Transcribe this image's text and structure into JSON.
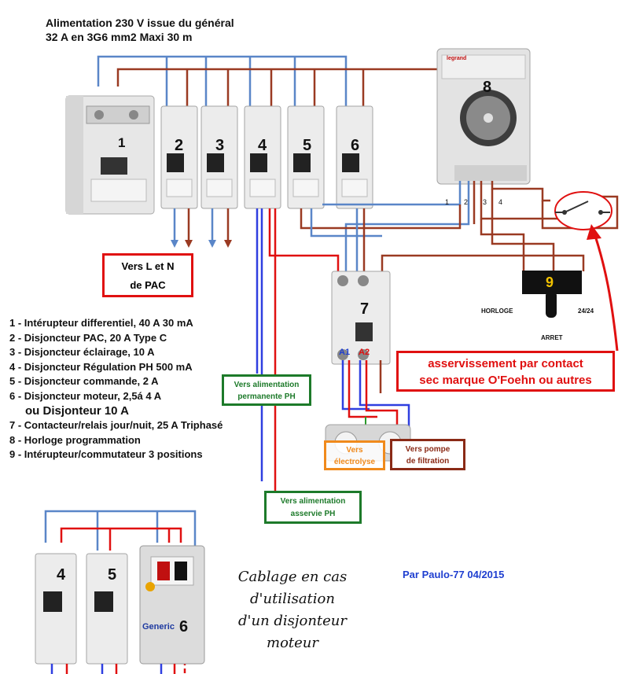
{
  "header": {
    "line1": "Alimentation 230 V  issue du général",
    "line2": "32 A en 3G6 mm2 Maxi 30 m"
  },
  "devices": {
    "numbers": [
      "1",
      "2",
      "3",
      "4",
      "5",
      "6",
      "7",
      "8",
      "9"
    ],
    "timer_brand": "legrand",
    "timer_terminals": [
      "1",
      "2",
      "3",
      "4"
    ],
    "contactor_terminals": [
      "A1",
      "A2"
    ],
    "switch_labels": {
      "left": "HORLOGE",
      "right": "24/24",
      "bottom": "ARRET"
    },
    "bottom_breaker_numbers": [
      "4",
      "5",
      "6"
    ],
    "generic_brand": "Generic"
  },
  "boxes": {
    "pac": [
      "Vers L et N",
      "de PAC"
    ],
    "asservissement": [
      "asservissement par contact",
      "sec marque O'Foehn ou autres"
    ],
    "alim_permanente": [
      "Vers alimentation",
      "permanente PH"
    ],
    "alim_asservie": [
      "Vers alimentation",
      "asservie PH"
    ],
    "electrolyse": [
      "Vers",
      "électrolyse"
    ],
    "pompe": [
      "Vers pompe",
      "de filtration"
    ]
  },
  "legend": [
    "1 - Intérupteur differentiel, 40 A 30 mA",
    "2 - Disjoncteur PAC, 20 A Type C",
    "3 - Disjoncteur éclairage, 10 A",
    "4 - Disjoncteur  Régulation PH 500 mA",
    "5 - Disjoncteur commande, 2 A",
    "6 - Disjoncteur moteur, 2,5á 4 A",
    "ou Disjonteur 10 A",
    "7 - Contacteur/relais jour/nuit, 25 A Triphasé",
    "8 - Horloge programmation",
    "9 - Intérupteur/commutateur 3 positions"
  ],
  "bottom_note": [
    "Cablage en cas",
    "d'utilisation",
    "d'un disjonteur",
    "moteur"
  ],
  "signature": "Par Paulo-77  04/2015",
  "colors": {
    "neutral_blue": "#2f6fd6",
    "phase_brown": "#9a3a22",
    "red": "#e01010",
    "green": "#1d7a2a",
    "orange": "#f08a1c",
    "darkred": "#8a2a16"
  }
}
